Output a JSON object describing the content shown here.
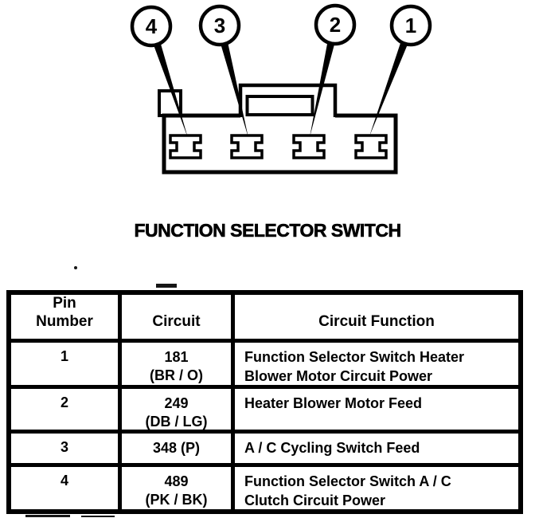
{
  "colors": {
    "ink": "#000000",
    "paper": "#ffffff"
  },
  "diagram": {
    "title": "FUNCTION SELECTOR SWITCH",
    "callouts": [
      "4",
      "3",
      "2",
      "1"
    ]
  },
  "table": {
    "headers": {
      "pin": [
        "Pin",
        "Number"
      ],
      "circuit": [
        "Circuit"
      ],
      "function": [
        "Circuit Function"
      ]
    },
    "rows": [
      {
        "pin": "1",
        "circuit": [
          "181",
          "(BR / O)"
        ],
        "function": [
          "Function Selector Switch Heater",
          "Blower Motor Circuit Power"
        ]
      },
      {
        "pin": "2",
        "circuit": [
          "249",
          "(DB / LG)"
        ],
        "function": [
          "Heater Blower Motor Feed"
        ]
      },
      {
        "pin": "3",
        "circuit": [
          "348 (P)"
        ],
        "function": [
          "A / C Cycling Switch Feed"
        ]
      },
      {
        "pin": "4",
        "circuit": [
          "489",
          "(PK / BK)"
        ],
        "function": [
          "Function Selector Switch A / C",
          "Clutch Circuit Power"
        ]
      }
    ]
  }
}
